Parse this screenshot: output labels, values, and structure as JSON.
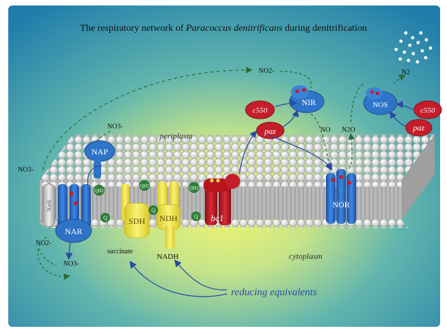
{
  "title": {
    "prefix": "The respiratory network of ",
    "species": "Paracoccus denitrificans",
    "suffix": " during denitrification"
  },
  "compartments": {
    "periplasm": "periplasm",
    "cytoplasm": "cytoplasm"
  },
  "enzymes": {
    "nark": "NarK",
    "nar": "NAR",
    "nap": "NAP",
    "sdh": "SDH",
    "ndh": "NDH",
    "bc1": "bc1",
    "nir": "NIR",
    "nor": "NOR",
    "nos": "NOS",
    "c550_left": "c550",
    "c550_right": "c550",
    "paz_left": "paz",
    "paz_right": "paz"
  },
  "quinones": {
    "qh2": "QH2",
    "q": "Q"
  },
  "species_labels": {
    "no3_outer": "NO3-",
    "no3_nap": "NO3-",
    "no2_top": "NO2-",
    "no2_inner": "NO2-",
    "no3_inner": "NO3-",
    "no": "NO",
    "n2o": "N2O",
    "n2": "N2"
  },
  "substrates": {
    "succinate": "succinate",
    "nadh": "NADH"
  },
  "reducing_equivalents": "reducing equivalents",
  "colors": {
    "blue_enzyme": "#2e74c9",
    "red_enzyme": "#c41e2a",
    "yellow_enzyme": "#f4e545",
    "quinone": "#2f7f3a",
    "arrow": "#2a4aa0"
  }
}
